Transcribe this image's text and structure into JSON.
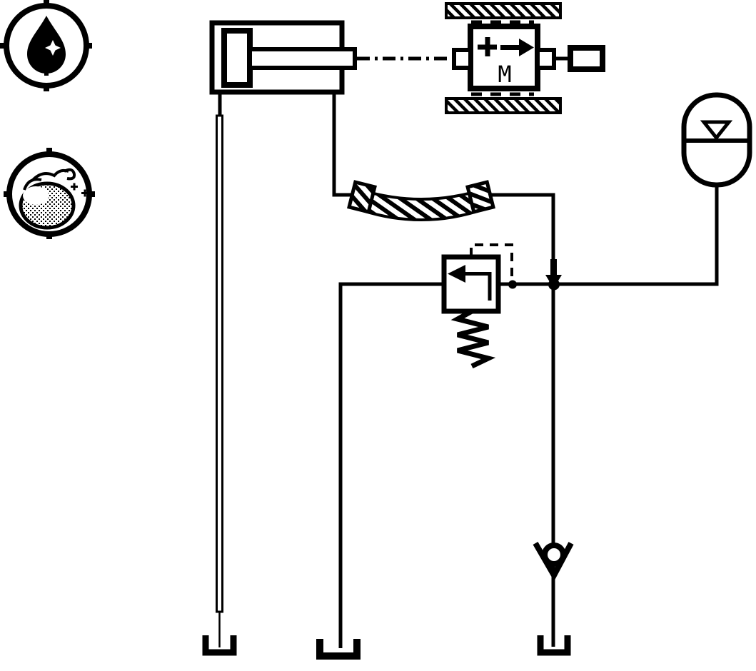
{
  "schematic": {
    "background_color": "#ffffff",
    "line_color": "#000000",
    "mass": {
      "label": "M"
    },
    "icons": [
      {
        "id": "hydraulic-fluid-drop-icon"
      },
      {
        "id": "apple-icon"
      }
    ],
    "components": [
      {
        "id": "double-acting-cylinder"
      },
      {
        "id": "mass-load-with-guide-rails"
      },
      {
        "id": "stop-block"
      },
      {
        "id": "flexible-hose"
      },
      {
        "id": "pressure-relief-valve"
      },
      {
        "id": "hydraulic-accumulator"
      },
      {
        "id": "check-valve"
      },
      {
        "id": "tank-left"
      },
      {
        "id": "tank-middle"
      },
      {
        "id": "tank-right"
      }
    ]
  }
}
